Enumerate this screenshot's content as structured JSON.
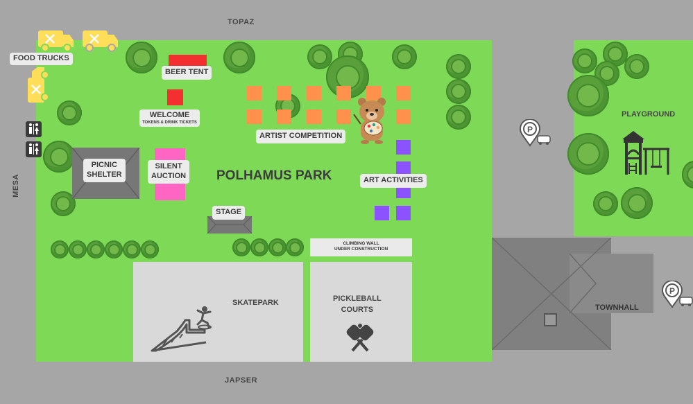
{
  "streets": {
    "north": "TOPAZ",
    "south": "JAPSER",
    "west": "MESA"
  },
  "park": {
    "name": "POLHAMUS PARK"
  },
  "labels": {
    "food_trucks": "FOOD TRUCKS",
    "beer_tent": "BEER TENT",
    "welcome": "WELCOME",
    "welcome_sub": "TOKENS & DRINK TICKETS",
    "artist_competition": "ARTIST COMPETITION",
    "picnic_shelter": [
      "PICNIC",
      "SHELTER"
    ],
    "silent_auction": [
      "SILENT",
      "AUCTION"
    ],
    "art_activities": "ART ACTIVITIES",
    "stage": "STAGE",
    "climbing_wall": [
      "CLIMBING WALL",
      "UNDER CONSTRUCTION"
    ],
    "skatepark": "SKATEPARK",
    "pickleball": [
      "PICKLEBALL",
      "COURTS"
    ],
    "playground": "PLAYGROUND",
    "townhall": "TOWNHALL"
  },
  "icons": {
    "food_truck": "food-truck-icon",
    "restroom": "restroom-icon",
    "parking": "parking-icon",
    "bear": "bear-painter-icon",
    "skater": "skateboarder-icon",
    "pickleball": "pickleball-paddles-icon",
    "playground": "playground-structure-icon"
  },
  "colors": {
    "park_green": "#7ed957",
    "street_gray": "#a6a6a6",
    "artist_booth": "#ff914d",
    "art_activity": "#8c52ff",
    "beer_welcome": "#f3302f",
    "auction": "#ff66c4",
    "food_truck": "#ffde59"
  }
}
